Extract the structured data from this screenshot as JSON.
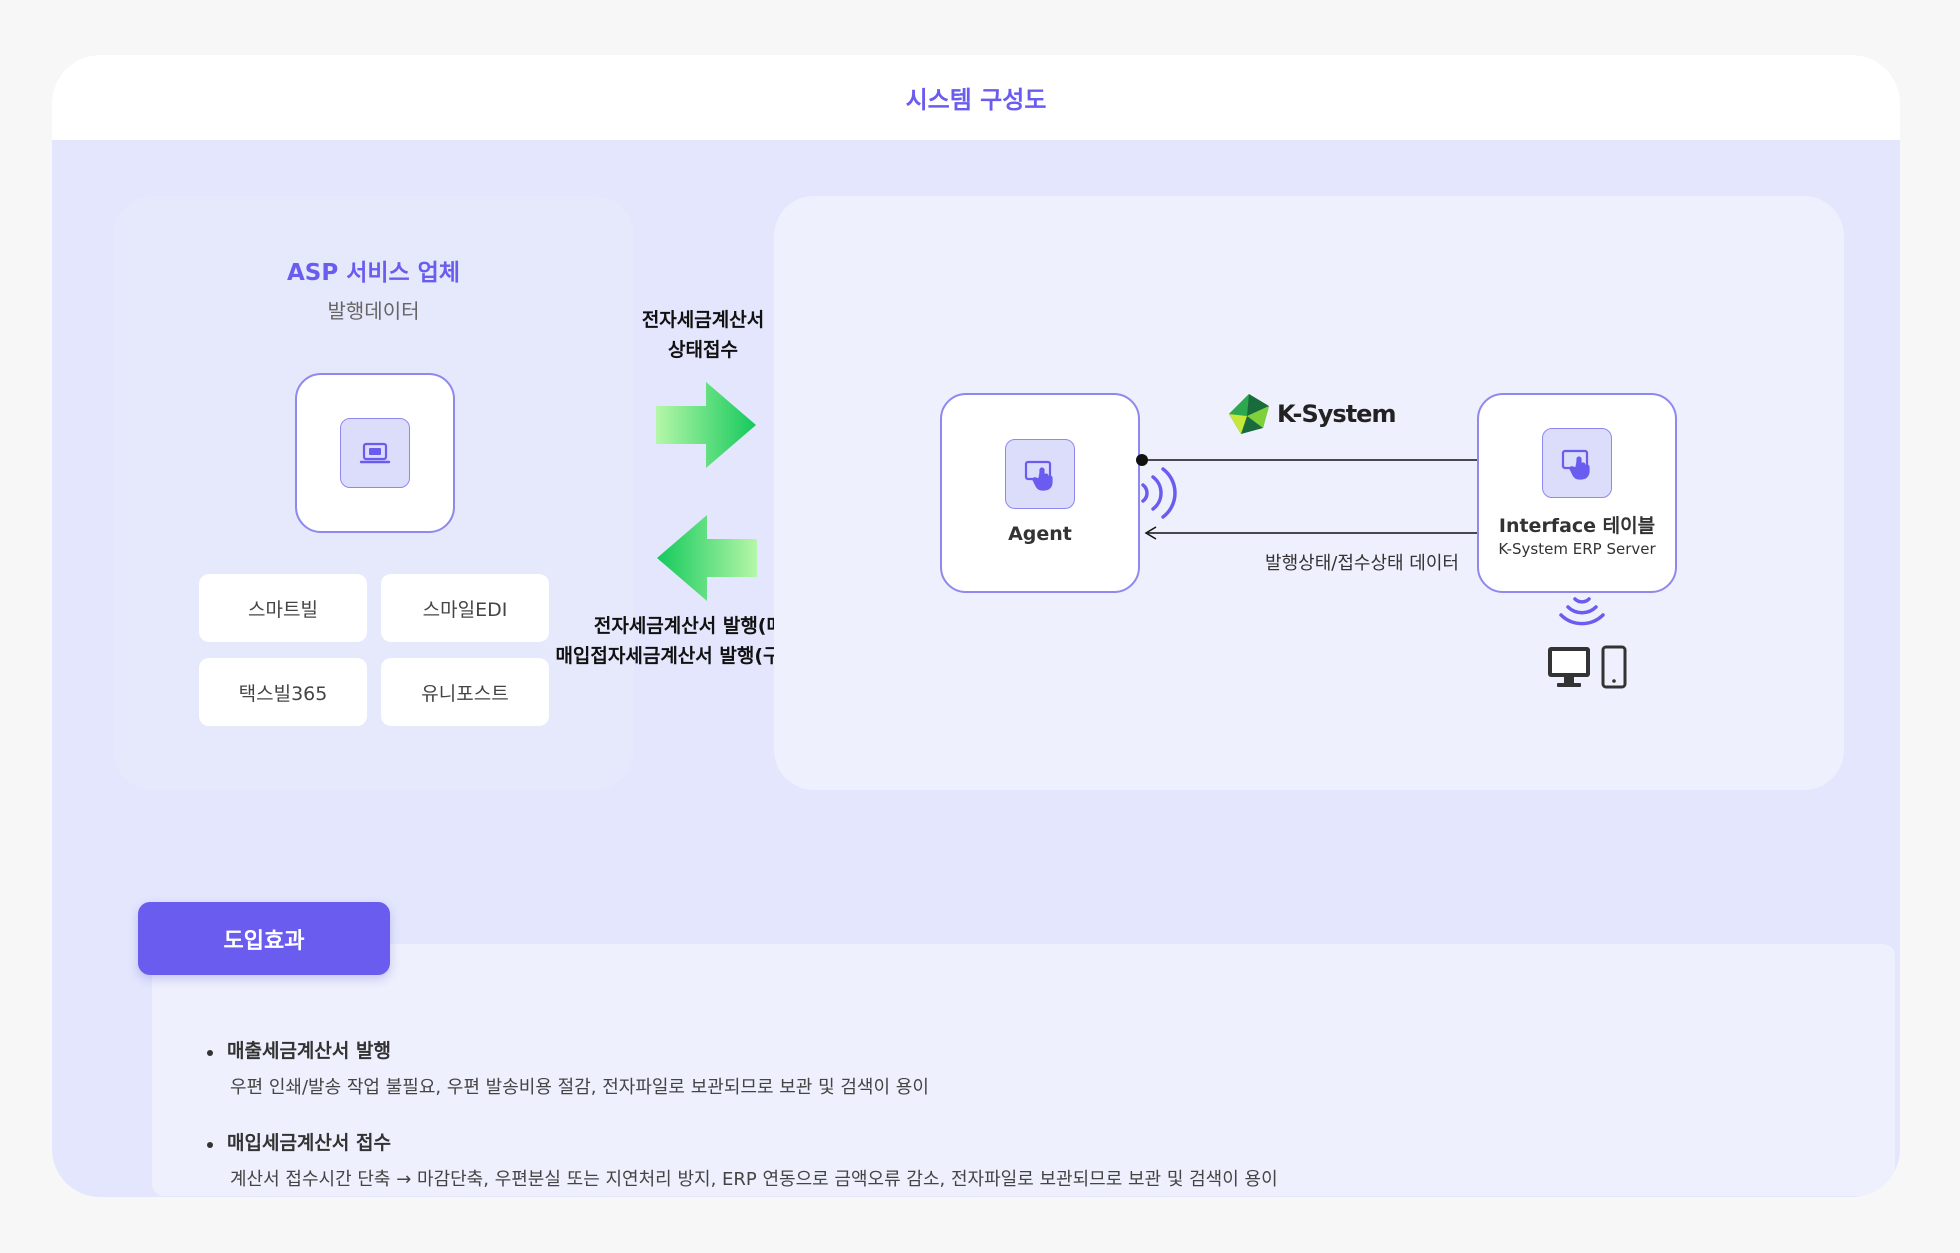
{
  "title": "시스템 구성도",
  "asp": {
    "title": "ASP 서비스 업체",
    "subtitle": "발행데이터",
    "vendors": [
      "스마트빌",
      "스마일EDI",
      "택스빌365",
      "유니포스트"
    ]
  },
  "arrows": {
    "right_label_line1": "전자세금계산서",
    "right_label_line2": "상태접수",
    "left_label_line1": "전자세금계산서 발행(매출)",
    "left_label_line2": "매입접자세금계산서 발행(구매/외주)"
  },
  "brand": "K-System",
  "agent": {
    "label": "Agent"
  },
  "interface": {
    "label": "Interface 테이블",
    "sublabel": "K-System ERP Server"
  },
  "status_data_label": "발행상태/접수상태 데이터",
  "effects": {
    "tab_label": "도입효과",
    "items": [
      {
        "title": "매출세금계산서 발행",
        "desc": "우편 인쇄/발송 작업 불필요, 우편 발송비용 절감, 전자파일로 보관되므로 보관 및 검색이 용이"
      },
      {
        "title": "매입세금계산서 접수",
        "desc": "계산서 접수시간 단축 → 마감단축, 우편분실 또는 지연처리 방지, ERP 연동으로 금액오류 감소, 전자파일로 보관되므로 보관 및 검색이 용이"
      }
    ]
  },
  "colors": {
    "accent": "#6b5cf0",
    "arrow_green_light": "#a8f5a0",
    "arrow_green_dark": "#12c85a",
    "panel_bg": "#e3e6fd"
  }
}
